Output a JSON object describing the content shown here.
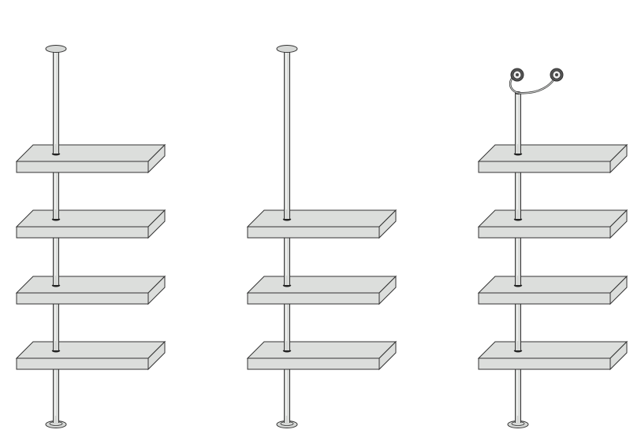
{
  "colors": {
    "shelf": "#dcdedc",
    "pole": "#d6d8d6",
    "stroke": "#333333",
    "background": "#ffffff"
  },
  "units": [
    {
      "name": "unit-ceiling-mounted-4-shelves",
      "top_fixture": "ceiling-plate",
      "shelf_count": 4
    },
    {
      "name": "unit-ceiling-mounted-3-shelves",
      "top_fixture": "ceiling-plate",
      "shelf_count": 3
    },
    {
      "name": "unit-with-lamp-fixture-4-shelves",
      "top_fixture": "lamp-spotlights",
      "shelf_count": 4
    }
  ]
}
